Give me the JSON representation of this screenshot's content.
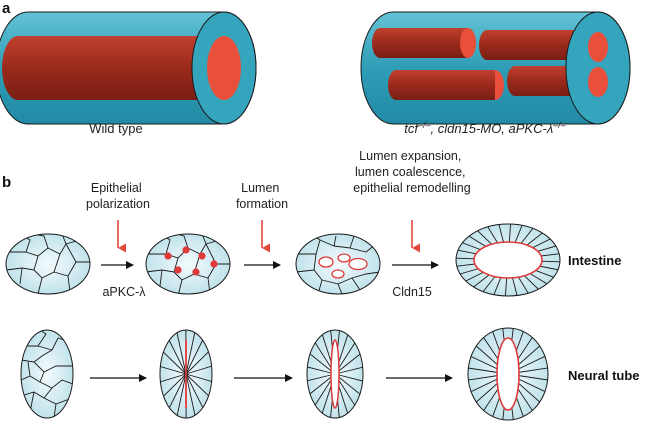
{
  "panel_a": {
    "label": "a",
    "caption_left": "Wild type",
    "caption_right_parts": [
      "tcf",
      "–/–",
      ", cldn15-MO, aPKC-λ",
      "–/–"
    ]
  },
  "panel_b": {
    "label": "b",
    "step1_lines": [
      "Epithelial",
      "polarization"
    ],
    "step2_lines": [
      "Lumen",
      "formation"
    ],
    "step3_lines": [
      "Lumen expansion,",
      "lumen coalescence,",
      "epithelial remodelling"
    ],
    "factor1": "aPKC-λ",
    "factor3": "Cldn15",
    "row1_label": "Intestine",
    "row2_label": "Neural tube"
  },
  "colors": {
    "outer_cyan": "#3aa7bf",
    "lumen_red": "#a52a1f",
    "lumen_face": "#e8503c",
    "cell_fill": "#d8eef3",
    "apical_red": "#e03a3a",
    "arrow_red": "#e04a3a"
  }
}
